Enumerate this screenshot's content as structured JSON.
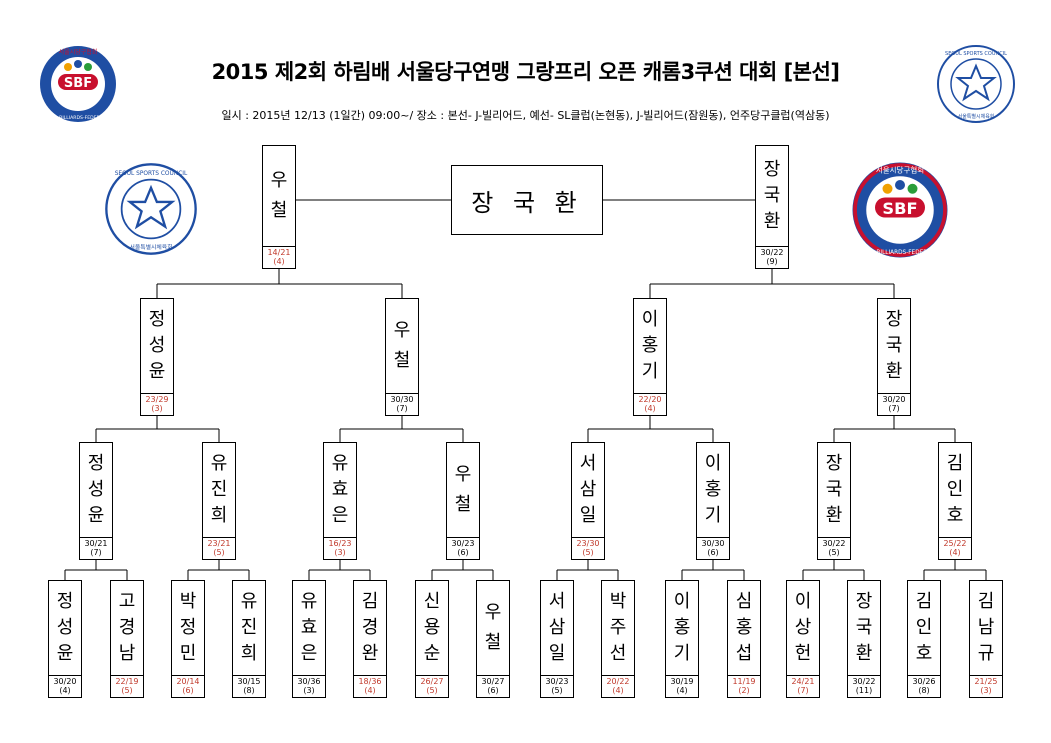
{
  "header": {
    "title": "2015 제2회 하림배 서울당구연맹 그랑프리 오픈 캐롬3쿠션 대회 [본선]",
    "subtitle": "일시 : 2015년 12/13 (1일간) 09:00~/ 장소 : 본선- J-빌리어드, 예선- SL클럽(논현동), J-빌리어드(잠원동), 언주당구클럽(역삼동)"
  },
  "champion": "장 국 환",
  "logos": {
    "sbf": {
      "letters": "SBF",
      "ring_text": "SEOUL-BILLIARDS-FEDERATION",
      "top_text": "서울시당구협회",
      "accent": "#c8102e",
      "blue": "#1f4ea3"
    },
    "ssc": {
      "ring_text": "SEOUL SPORTS COUNCIL",
      "bottom_text": "서울특별시체육회",
      "color": "#1f4ea3"
    }
  },
  "bracket": {
    "round_of_16": [
      {
        "name": "정성윤",
        "score": "30/20",
        "rank": "(4)",
        "highlight": false
      },
      {
        "name": "고경남",
        "score": "22/19",
        "rank": "(5)",
        "highlight": true
      },
      {
        "name": "박정민",
        "score": "20/14",
        "rank": "(6)",
        "highlight": true
      },
      {
        "name": "유진희",
        "score": "30/15",
        "rank": "(8)",
        "highlight": false
      },
      {
        "name": "유효은",
        "score": "30/36",
        "rank": "(3)",
        "highlight": false
      },
      {
        "name": "김경완",
        "score": "18/36",
        "rank": "(4)",
        "highlight": true
      },
      {
        "name": "신용순",
        "score": "26/27",
        "rank": "(5)",
        "highlight": true
      },
      {
        "name": "우철",
        "score": "30/27",
        "rank": "(6)",
        "highlight": false
      },
      {
        "name": "서삼일",
        "score": "30/23",
        "rank": "(5)",
        "highlight": false
      },
      {
        "name": "박주선",
        "score": "20/22",
        "rank": "(4)",
        "highlight": true
      },
      {
        "name": "이홍기",
        "score": "30/19",
        "rank": "(4)",
        "highlight": false
      },
      {
        "name": "심홍섭",
        "score": "11/19",
        "rank": "(2)",
        "highlight": true
      },
      {
        "name": "이상헌",
        "score": "24/21",
        "rank": "(7)",
        "highlight": true
      },
      {
        "name": "장국환",
        "score": "30/22",
        "rank": "(11)",
        "highlight": false
      },
      {
        "name": "김인호",
        "score": "30/26",
        "rank": "(8)",
        "highlight": false
      },
      {
        "name": "김남규",
        "score": "21/25",
        "rank": "(3)",
        "highlight": true
      }
    ],
    "quarterfinals": [
      {
        "name": "정성윤",
        "score": "30/21",
        "rank": "(7)",
        "highlight": false
      },
      {
        "name": "유진희",
        "score": "23/21",
        "rank": "(5)",
        "highlight": true
      },
      {
        "name": "유효은",
        "score": "16/23",
        "rank": "(3)",
        "highlight": true
      },
      {
        "name": "우철",
        "score": "30/23",
        "rank": "(6)",
        "highlight": false
      },
      {
        "name": "서삼일",
        "score": "23/30",
        "rank": "(5)",
        "highlight": true
      },
      {
        "name": "이홍기",
        "score": "30/30",
        "rank": "(6)",
        "highlight": false
      },
      {
        "name": "장국환",
        "score": "30/22",
        "rank": "(5)",
        "highlight": false
      },
      {
        "name": "김인호",
        "score": "25/22",
        "rank": "(4)",
        "highlight": true
      }
    ],
    "semifinals": [
      {
        "name": "정성윤",
        "score": "23/29",
        "rank": "(3)",
        "highlight": true
      },
      {
        "name": "우철",
        "score": "30/30",
        "rank": "(7)",
        "highlight": false
      },
      {
        "name": "이홍기",
        "score": "22/20",
        "rank": "(4)",
        "highlight": true
      },
      {
        "name": "장국환",
        "score": "30/20",
        "rank": "(7)",
        "highlight": false
      }
    ],
    "finals": [
      {
        "name": "우철",
        "score": "14/21",
        "rank": "(4)",
        "highlight": true
      },
      {
        "name": "장국환",
        "score": "30/22",
        "rank": "(9)",
        "highlight": false
      }
    ]
  }
}
